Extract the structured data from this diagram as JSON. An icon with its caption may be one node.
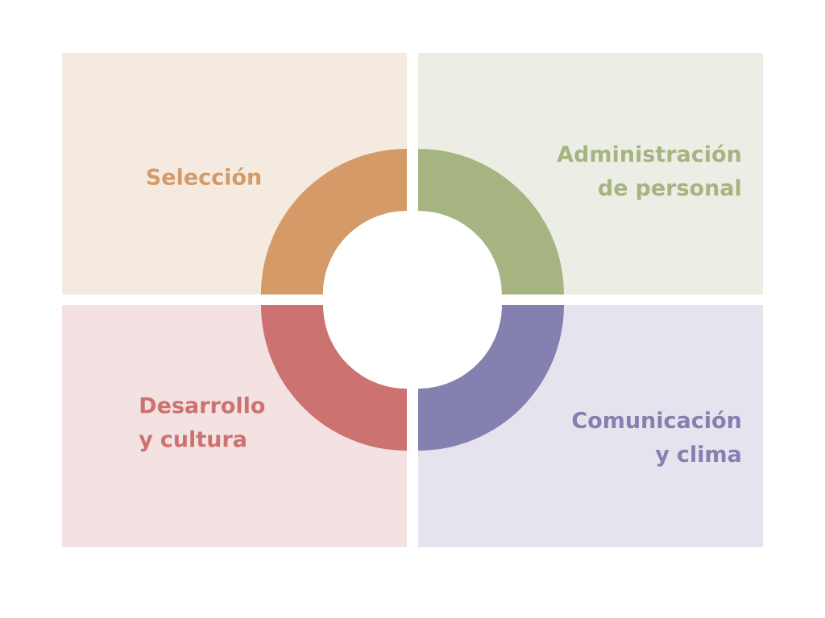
{
  "diagram": {
    "nodes": [
      {
        "text": [
          "Selección"
        ]
      },
      {
        "text": [
          "Administración de personal"
        ]
      },
      {
        "text": [
          "Desarrollo y cultura"
        ]
      },
      {
        "text": [
          "Comunicación y clima"
        ]
      },
      {
        "text": [],
        "shape": "arc",
        "in": 0
      },
      {
        "text": [],
        "shape": "arc",
        "in": 1
      },
      {
        "text": [],
        "shape": "arc",
        "in": 2
      },
      {
        "text": [],
        "shape": "arc",
        "in": 3
      }
    ]
  }
}
